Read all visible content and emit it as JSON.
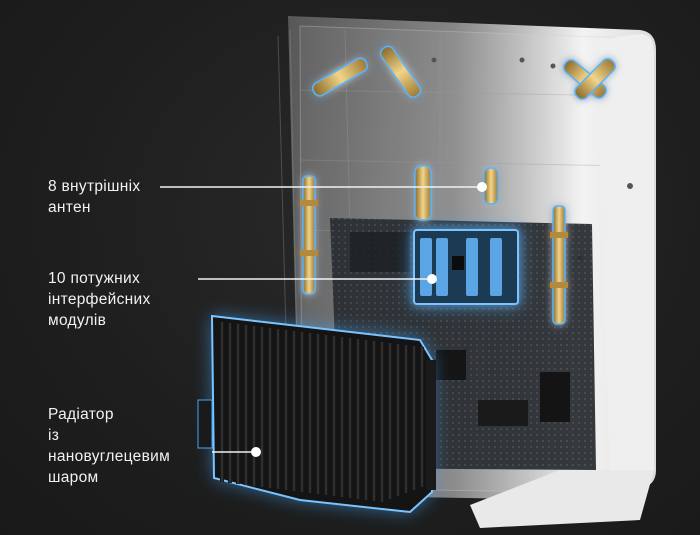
{
  "callouts": {
    "antennas": "8 внутрішніх\nантен",
    "modules": "10 потужних\nінтерфейсних\nмодулів",
    "heatsink": "Радіатор\nіз\nнановуглецевим\nшаром"
  },
  "colors": {
    "background": "#1f1f1f",
    "text": "#f2f2f2",
    "glow": "#3fa7ff",
    "antenna_gold": "#d9b25c",
    "enclosure": "#ececec",
    "heatsink": "#1b1b1b"
  }
}
